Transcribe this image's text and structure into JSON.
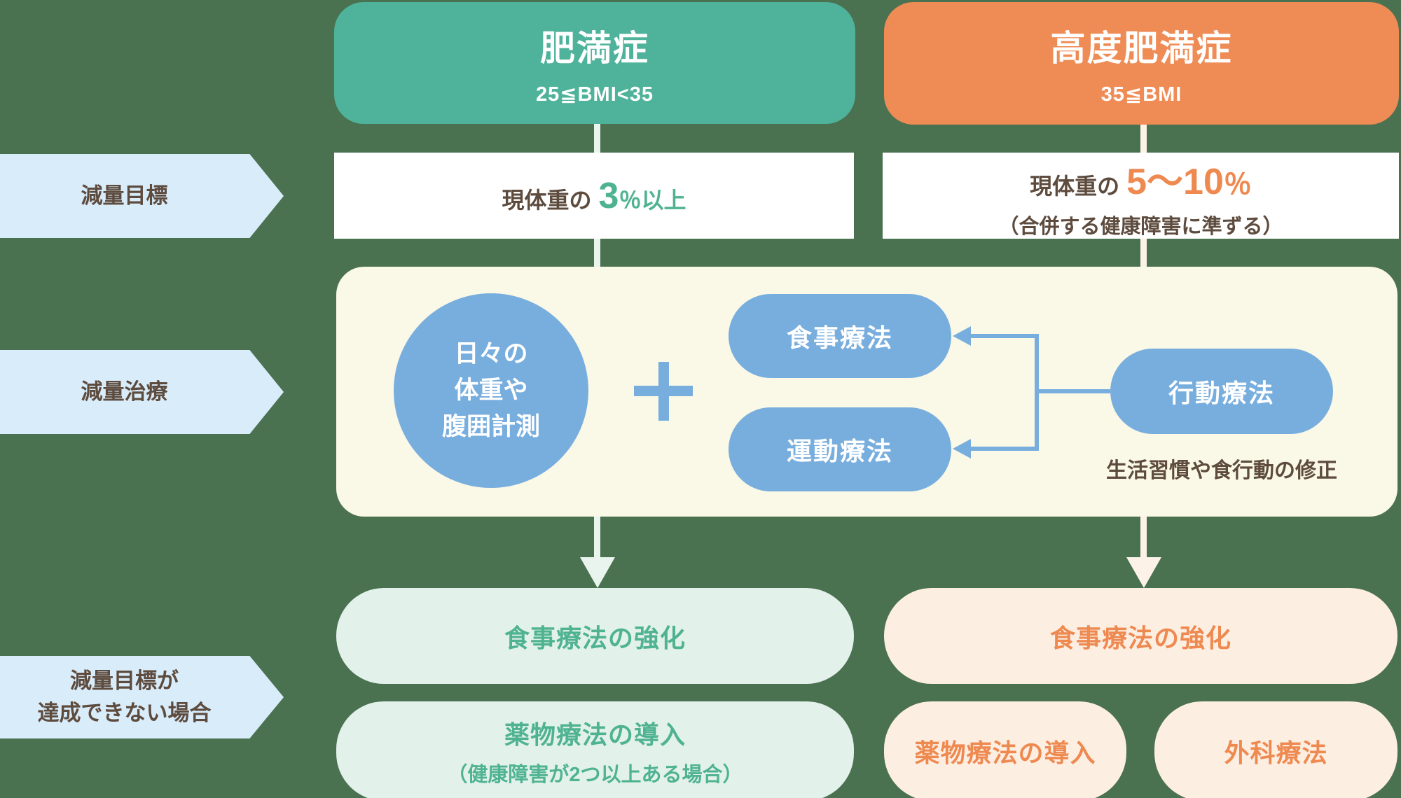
{
  "palette": {
    "background": "#4a7150",
    "header_teal": "#4fb29a",
    "header_orange": "#ef8b55",
    "side_label_blue": "#d9ecfa",
    "text_brown": "#5d4b3e",
    "accent_green": "#4fb392",
    "accent_orange": "#ee8950",
    "panel_cream": "#faf8e6",
    "shape_blue": "#78aede",
    "fallback_green_box": "#e3f1eb",
    "fallback_orange_box": "#fdeee2",
    "connector_green": "#e9f4ee",
    "connector_cream": "#fdf2e8"
  },
  "columns": {
    "obesity": {
      "title": "肥満症",
      "bmi": "25≦BMI<35"
    },
    "severe": {
      "title": "高度肥満症",
      "bmi": "35≦BMI"
    }
  },
  "side_labels": {
    "goal": "減量目標",
    "treatment": "減量治療",
    "fallback_line1": "減量目標が",
    "fallback_line2": "達成できない場合"
  },
  "goal": {
    "obesity_prefix": "現体重の",
    "obesity_value": "3",
    "obesity_unit": "％以上",
    "severe_prefix": "現体重の",
    "severe_value": "5〜10",
    "severe_percent": "％",
    "severe_note": "（合併する健康障害に準ずる）"
  },
  "treatment": {
    "measure_circle": [
      "日々の",
      "体重や",
      "腹囲計測"
    ],
    "diet_pill": "食事療法",
    "exercise_pill": "運動療法",
    "behavior_pill": "行動療法",
    "behavior_caption": "生活習慣や食行動の修正"
  },
  "fallback": {
    "obesity_boost": "食事療法の強化",
    "obesity_drug": "薬物療法の導入",
    "obesity_drug_note": "（健康障害が2つ以上ある場合）",
    "severe_boost": "食事療法の強化",
    "severe_drug": "薬物療法の導入",
    "severe_surgery": "外科療法"
  }
}
